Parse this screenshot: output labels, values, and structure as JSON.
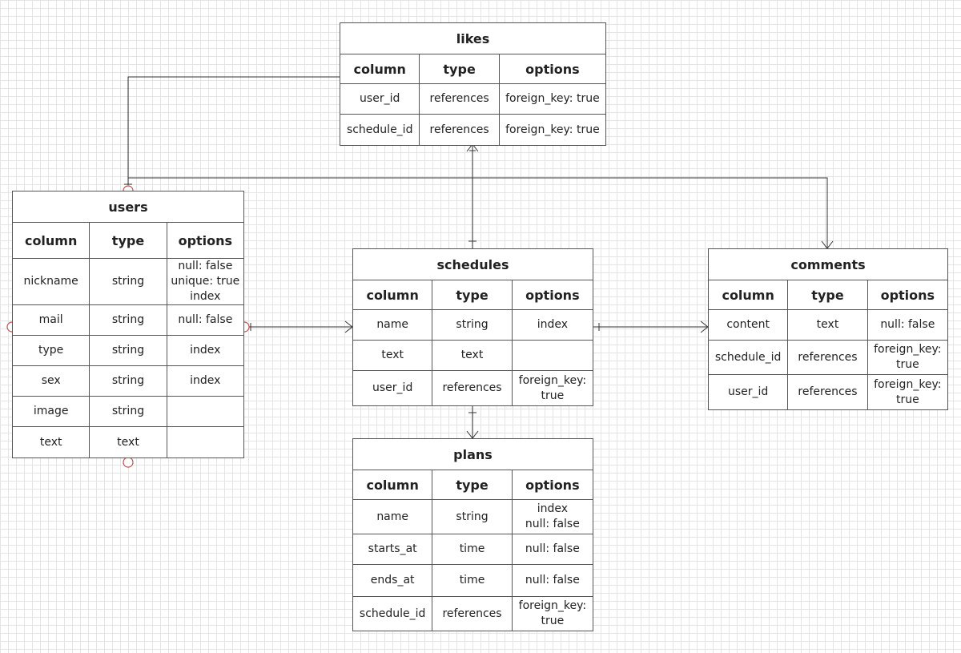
{
  "colors": {
    "line": "#333333",
    "circle_marker": "#c0504d",
    "grid": "#e4e4e4",
    "border": "#555555"
  },
  "tables": [
    {
      "id": "likes",
      "title": "likes",
      "headers": [
        "column",
        "type",
        "options"
      ],
      "rows": [
        [
          "user_id",
          "references",
          "foreign_key: true"
        ],
        [
          "schedule_id",
          "references",
          "foreign_key: true"
        ]
      ]
    },
    {
      "id": "users",
      "title": "users",
      "headers": [
        "column",
        "type",
        "options"
      ],
      "rows": [
        [
          "nickname",
          "string",
          "null: false\nunique: true\nindex"
        ],
        [
          "mail",
          "string",
          "null: false"
        ],
        [
          "type",
          "string",
          "index"
        ],
        [
          "sex",
          "string",
          "index"
        ],
        [
          "image",
          "string",
          ""
        ],
        [
          "text",
          "text",
          ""
        ]
      ]
    },
    {
      "id": "schedules",
      "title": "schedules",
      "headers": [
        "column",
        "type",
        "options"
      ],
      "rows": [
        [
          "name",
          "string",
          "index"
        ],
        [
          "text",
          "text",
          ""
        ],
        [
          "user_id",
          "references",
          "foreign_key:\ntrue"
        ]
      ]
    },
    {
      "id": "comments",
      "title": "comments",
      "headers": [
        "column",
        "type",
        "options"
      ],
      "rows": [
        [
          "content",
          "text",
          "null: false"
        ],
        [
          "schedule_id",
          "references",
          "foreign_key:\ntrue"
        ],
        [
          "user_id",
          "references",
          "foreign_key:\ntrue"
        ]
      ]
    },
    {
      "id": "plans",
      "title": "plans",
      "headers": [
        "column",
        "type",
        "options"
      ],
      "rows": [
        [
          "name",
          "string",
          "index\nnull: false"
        ],
        [
          "starts_at",
          "time",
          "null: false"
        ],
        [
          "ends_at",
          "time",
          "null: false"
        ],
        [
          "schedule_id",
          "references",
          "foreign_key:\ntrue"
        ]
      ]
    }
  ],
  "relationships": [
    {
      "from": "users",
      "to": "likes",
      "from_end": "one",
      "to_end": "many"
    },
    {
      "from": "users",
      "to": "comments",
      "from_end": "one",
      "to_end": "many"
    },
    {
      "from": "users",
      "to": "schedules",
      "from_end": "one",
      "to_end": "many"
    },
    {
      "from": "schedules",
      "to": "likes",
      "from_end": "one",
      "to_end": "many"
    },
    {
      "from": "schedules",
      "to": "comments",
      "from_end": "one",
      "to_end": "many"
    },
    {
      "from": "schedules",
      "to": "plans",
      "from_end": "one",
      "to_end": "many"
    }
  ]
}
